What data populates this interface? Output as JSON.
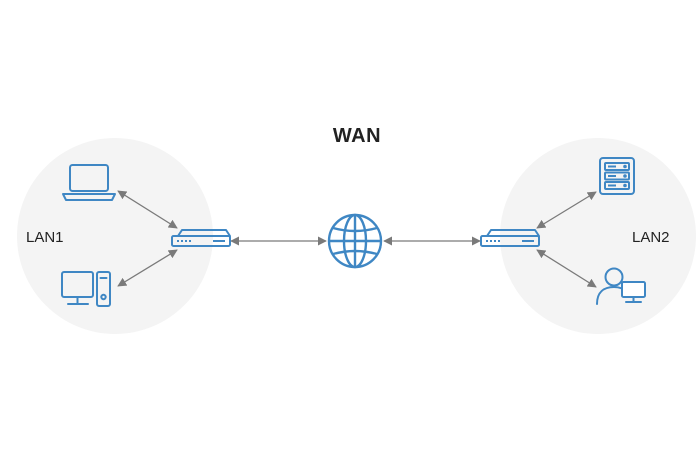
{
  "diagram": {
    "title": "WAN",
    "lan1_label": "LAN1",
    "lan2_label": "LAN2",
    "icons": {
      "laptop": "laptop-icon",
      "desktop": "desktop-computer-icon",
      "router_left": "router-icon",
      "globe": "globe-icon",
      "router_right": "router-icon",
      "server": "server-icon",
      "user": "user-workstation-icon"
    },
    "colors": {
      "icon": "#3f87c4",
      "zone": "#f4f4f4",
      "arrow": "#7a7a7a",
      "text": "#222222"
    }
  }
}
